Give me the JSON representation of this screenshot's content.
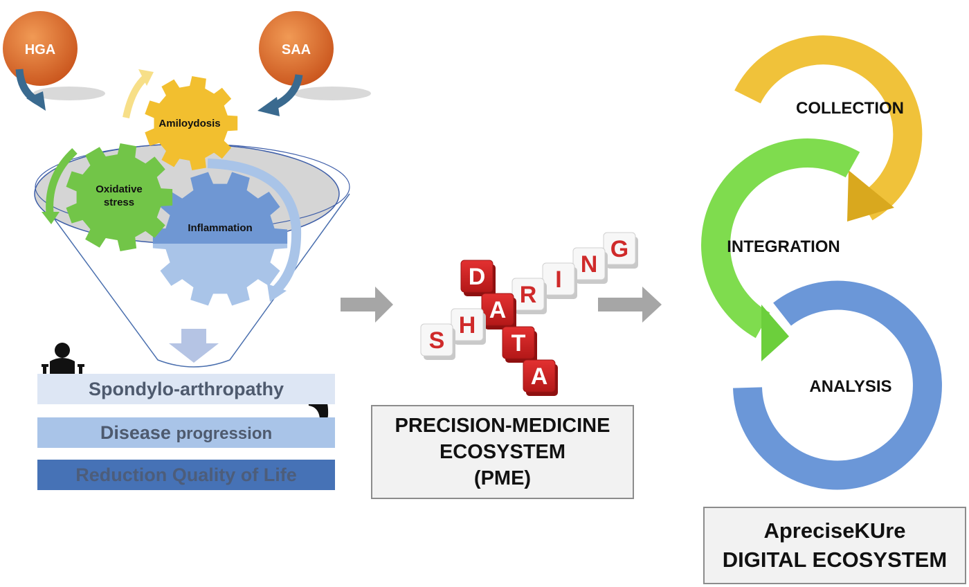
{
  "left_panel": {
    "inputs": [
      {
        "label": "HGA",
        "color": "#e0692b"
      },
      {
        "label": "SAA",
        "color": "#e0692b"
      }
    ],
    "gears": [
      {
        "label": "Amiloydosis",
        "color": "#f2bf2f"
      },
      {
        "label_line1": "Oxidative",
        "label_line2": "stress",
        "color": "#72c548"
      },
      {
        "label": "Inflammation",
        "color": "#6f97d3"
      }
    ],
    "outcomes": [
      {
        "label": "Spondylo-arthropathy"
      },
      {
        "label_part1": "Disease",
        "label_part2": "progression"
      },
      {
        "label": "Reduction Quality of Life"
      }
    ]
  },
  "center_panel": {
    "tile_words": {
      "across": "SHARING",
      "down": "DATA"
    },
    "box": {
      "line1": "PRECISION-MEDICINE",
      "line2": "ECOSYSTEM",
      "line3": "(PME)"
    }
  },
  "right_panel": {
    "cycle": [
      {
        "label": "COLLECTION",
        "color": "#f0c23a"
      },
      {
        "label": "INTEGRATION",
        "color": "#7fdc4e"
      },
      {
        "label": "ANALYSIS",
        "color": "#6b97d8"
      }
    ],
    "box": {
      "line1": "ApreciseKUre",
      "line2": "DIGITAL ECOSYSTEM"
    }
  }
}
